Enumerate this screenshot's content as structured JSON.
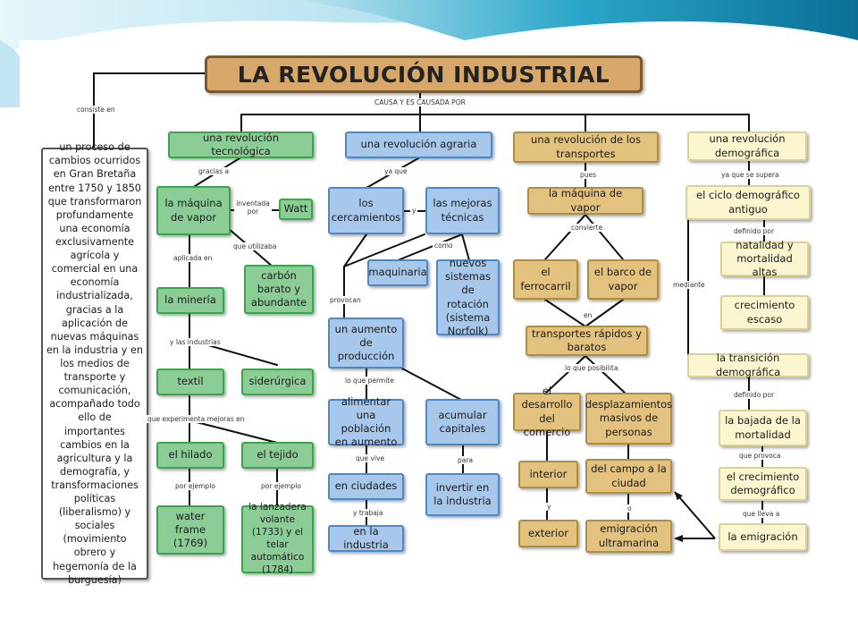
{
  "title": "LA REVOLUCIÓN INDUSTRIAL",
  "links": {
    "consiste_en": "consiste en",
    "causa": "CAUSA Y ES CAUSADA POR",
    "gracias_a": "gracias a",
    "inventada_por": "inventada por",
    "que_utilizaba": "que utilizaba",
    "aplicada_en": "aplicada en",
    "y_las_industrias": "y las industrias",
    "que_experimenta": "que experimenta mejoras en",
    "por_ejemplo": "por ejemplo",
    "ya_que": "ya que",
    "y": "y",
    "como": "como",
    "provocan": "provocan",
    "lo_que_permite": "lo que permite",
    "que_vive": "que vive",
    "y_trabaja": "y trabaja",
    "para": "para",
    "pues": "pues",
    "convierte": "convierte",
    "en": "en",
    "lo_que_posibilita": "lo que posibilita",
    "o": "o",
    "ya_que_se_supera": "ya que se supera",
    "definido_por": "definido por",
    "mediante": "mediante",
    "que_provoca": "que provoca",
    "que_lleva_a": "que lleva a"
  },
  "nodes": {
    "definition": "un proceso de cambios ocurridos en Gran Bretaña entre 1750 y 1850 que transformaron profundamente una economía exclusivamente agrícola y comercial en una economía industrializada, gracias a la aplicación de nuevas máquinas en la industria y en los medios de transporte y comunicación, acompañado todo ello de importantes cambios en la agricultura y la demografía, y transformaciones políticas (liberalismo) y sociales (movimiento obrero y hegemonía de la burguesía)",
    "rev_tecnologica": "una revolución tecnológica",
    "maquina_vapor": "la máquina de vapor",
    "watt": "Watt",
    "carbon": "carbón barato y abundante",
    "mineria": "la minería",
    "textil": "textil",
    "siderurgica": "siderúrgica",
    "hilado": "el hilado",
    "tejido": "el tejido",
    "water_frame": "water frame (1769)",
    "lanzadera": "la lanzadera volante (1733) y el telar automático (1784)",
    "rev_agraria": "una revolución agraria",
    "cercamientos": "los cercamientos",
    "mejoras_tecnicas": "las mejoras técnicas",
    "maquinaria": "maquinaria",
    "norfolk": "nuevos sistemas de rotación (sistema Norfolk)",
    "aumento_produccion": "un aumento de producción",
    "alimentar": "alimentar una población en aumento",
    "acumular": "acumular capitales",
    "ciudades": "en ciudades",
    "invertir": "invertir en la industria",
    "industria": "en la industria",
    "rev_transportes": "una revolución de los transportes",
    "maquina_vapor_t": "la máquina de vapor",
    "ferrocarril": "el ferrocarril",
    "barco": "el barco de vapor",
    "transportes_rapidos": "transportes rápidos y baratos",
    "comercio": "el desarrollo del comercio",
    "desplazamientos": "desplazamientos masivos de personas",
    "interior": "interior",
    "exterior": "exterior",
    "campo_ciudad": "del campo a la ciudad",
    "ultramarina": "emigración ultramarina",
    "rev_demografica": "una revolución demográfica",
    "ciclo_antiguo": "el ciclo demográfico antiguo",
    "natalidad": "natalidad y mortalidad altas",
    "crecimiento_escaso": "crecimiento escaso",
    "transicion": "la transición demográfica",
    "bajada": "la bajada de la mortalidad",
    "crecimiento": "el crecimiento demográfico",
    "emigracion": "la emigración"
  }
}
